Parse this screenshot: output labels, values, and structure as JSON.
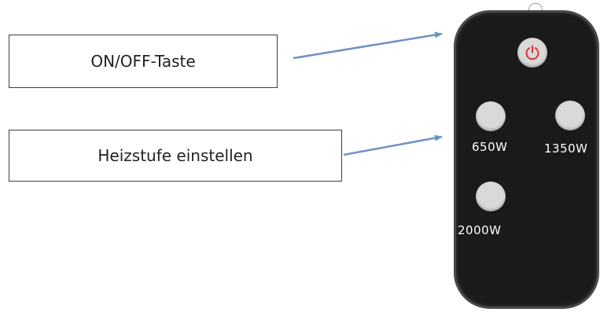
{
  "callouts": {
    "power": "ON/OFF-Taste",
    "heat_level": "Heizstufe einstellen"
  },
  "remote": {
    "power_icon": "power-symbol",
    "power_icon_color": "#e03030",
    "buttons": [
      {
        "label": "650W"
      },
      {
        "label": "1350W"
      },
      {
        "label": "2000W"
      }
    ]
  },
  "colors": {
    "arrow": "#6f93c0",
    "remote_body": "#1a1a1a",
    "button": "#d9d9d9"
  }
}
